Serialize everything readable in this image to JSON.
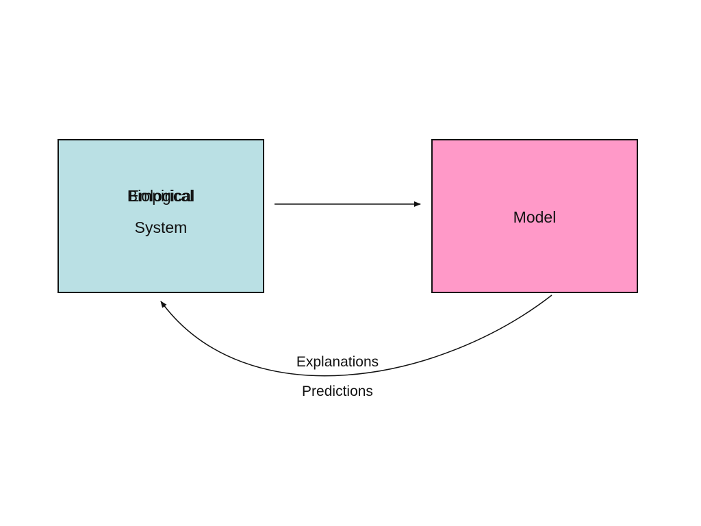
{
  "diagram": {
    "left_box": {
      "label_line1_a": "Biological",
      "label_line1_b": "Empirical",
      "label_line2": "System",
      "fill": "#bae0e4"
    },
    "right_box": {
      "label": "Model",
      "fill": "#ff99c8"
    },
    "curve_labels": {
      "top": "Explanations",
      "bottom": "Predictions"
    },
    "colors": {
      "stroke": "#111111",
      "background": "#ffffff"
    }
  }
}
